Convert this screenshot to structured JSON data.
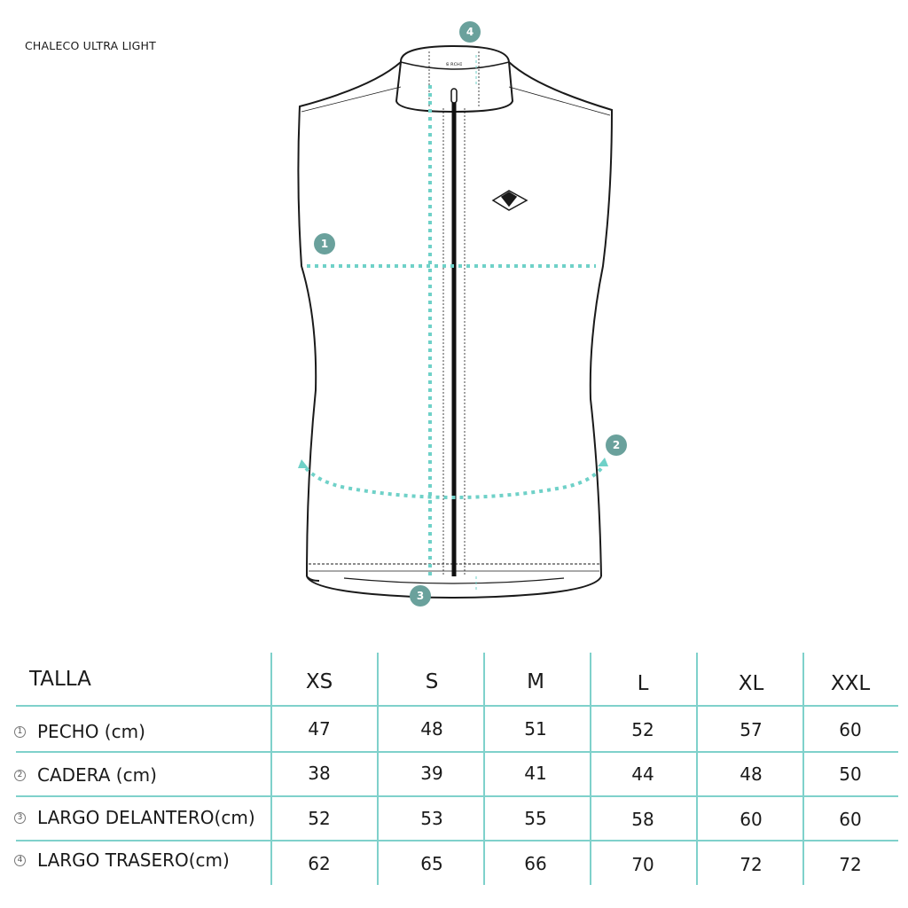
{
  "product": {
    "title": "CHALECO ULTRA LIGHT"
  },
  "badges": [
    "1",
    "2",
    "3",
    "4"
  ],
  "colors": {
    "accent": "#6fd1c8",
    "badge": "#6aa19c",
    "outline": "#1a1a1a",
    "table_lines": "#7fd1cb"
  },
  "table": {
    "header_label": "TALLA",
    "sizes": [
      "XS",
      "S",
      "M",
      "L",
      "XL",
      "XXL"
    ],
    "rows": [
      {
        "num": "1",
        "label": "PECHO (cm)",
        "values": [
          "47",
          "48",
          "51",
          "52",
          "57",
          "60"
        ]
      },
      {
        "num": "2",
        "label": "CADERA (cm)",
        "values": [
          "38",
          "39",
          "41",
          "44",
          "48",
          "50"
        ]
      },
      {
        "num": "3",
        "label": "LARGO DELANTERO(cm)",
        "values": [
          "52",
          "53",
          "55",
          "58",
          "60",
          "60"
        ]
      },
      {
        "num": "4",
        "label": "LARGO TRASERO(cm)",
        "values": [
          "62",
          "65",
          "66",
          "70",
          "72",
          "72"
        ]
      }
    ]
  }
}
